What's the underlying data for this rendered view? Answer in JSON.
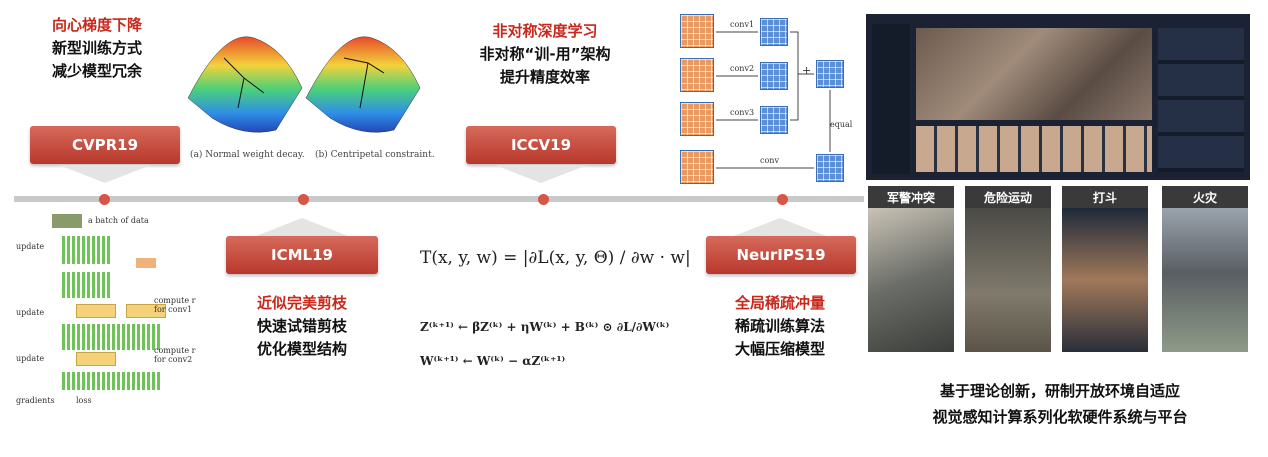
{
  "top_left": {
    "title": "向心梯度下降",
    "line1": "新型训练方式",
    "line2": "减少模型冗余"
  },
  "plots": {
    "caption_a": "(a) Normal weight decay.",
    "caption_b": "(b) Centripetal constraint."
  },
  "top_mid": {
    "title": "非对称深度学习",
    "line1": "非对称“训-用”架构",
    "line2": "提升精度效率"
  },
  "conv": {
    "c1": "conv1",
    "c2": "conv2",
    "c3": "conv3",
    "c": "conv",
    "equal": "equal",
    "plus": "+"
  },
  "badges": {
    "cvpr": "CVPR19",
    "icml": "ICML19",
    "iccv": "ICCV19",
    "neurips": "NeurIPS19"
  },
  "bottom_left": {
    "batch": "a batch of data",
    "update": "update",
    "prune1": "compute r for conv1",
    "prune2": "compute r for conv2",
    "gradients": "gradients",
    "loss": "loss"
  },
  "icml_text": {
    "title": "近似完美剪枝",
    "line1": "快速试错剪枝",
    "line2": "优化模型结构"
  },
  "neurips_text": {
    "title": "全局稀疏冲量",
    "line1": "稀疏训练算法",
    "line2": "大幅压缩模型"
  },
  "formulas": {
    "main": "T(x, y, w) = |∂L(x, y, Θ) / ∂w · w|",
    "z_update": "Z⁽ᵏ⁺¹⁾ ← βZ⁽ᵏ⁾ + ηW⁽ᵏ⁾ + B⁽ᵏ⁾ ⊙ ∂L/∂W⁽ᵏ⁾",
    "w_update": "W⁽ᵏ⁺¹⁾ ← W⁽ᵏ⁾ − αZ⁽ᵏ⁺¹⁾"
  },
  "scenes": [
    "军警冲突",
    "危险运动",
    "打斗",
    "火灾"
  ],
  "conclusion": {
    "line1": "基于理论创新，研制开放环境自适应",
    "line2": "视觉感知计算系列化软硬件系统与平台"
  }
}
